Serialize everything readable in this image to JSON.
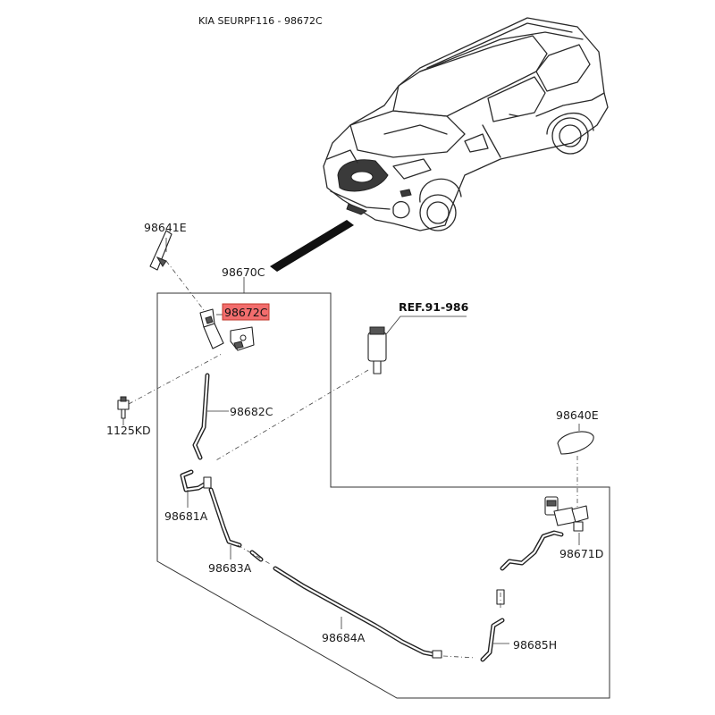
{
  "title": "KIA SEURPF116 - 98672C",
  "reference": "REF.91-986",
  "highlight": {
    "label": "98672C",
    "fill": "#f26d6d",
    "border": "#c0392b"
  },
  "parts": {
    "p98641E": "98641E",
    "p98670C": "98670C",
    "p98682C": "98682C",
    "p1125KD": "1125KD",
    "p98681A": "98681A",
    "p98683A": "98683A",
    "p98684A": "98684A",
    "p98685H": "98685H",
    "p98640E": "98640E",
    "p98671D": "98671D"
  }
}
